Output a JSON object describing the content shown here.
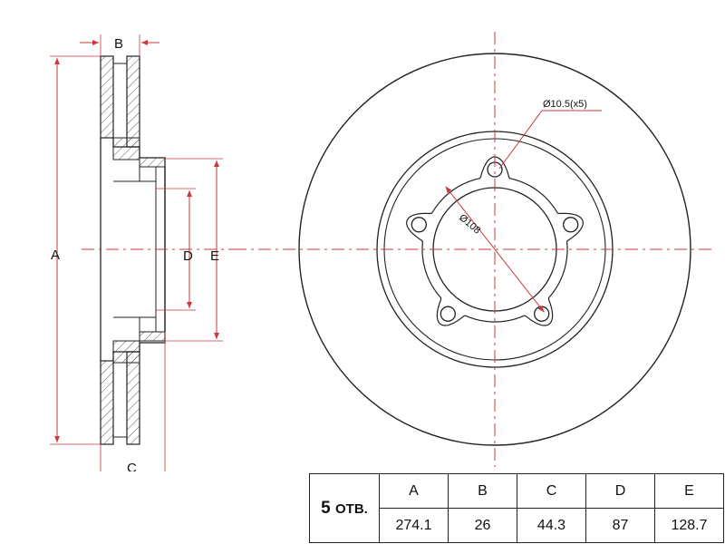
{
  "dimension_labels": {
    "a": "A",
    "b": "B",
    "c": "C",
    "d": "D",
    "e": "E"
  },
  "annotations": {
    "bolt_hole": "Ø10.5(x5)",
    "pcd": "Ø108"
  },
  "table": {
    "holes_count": "5",
    "holes_unit": "ОТВ.",
    "headers": [
      "A",
      "B",
      "C",
      "D",
      "E"
    ],
    "values": [
      "274.1",
      "26",
      "44.3",
      "87",
      "128.7"
    ]
  },
  "colors": {
    "dimension_line": "#c8383f",
    "outline": "#222222"
  }
}
